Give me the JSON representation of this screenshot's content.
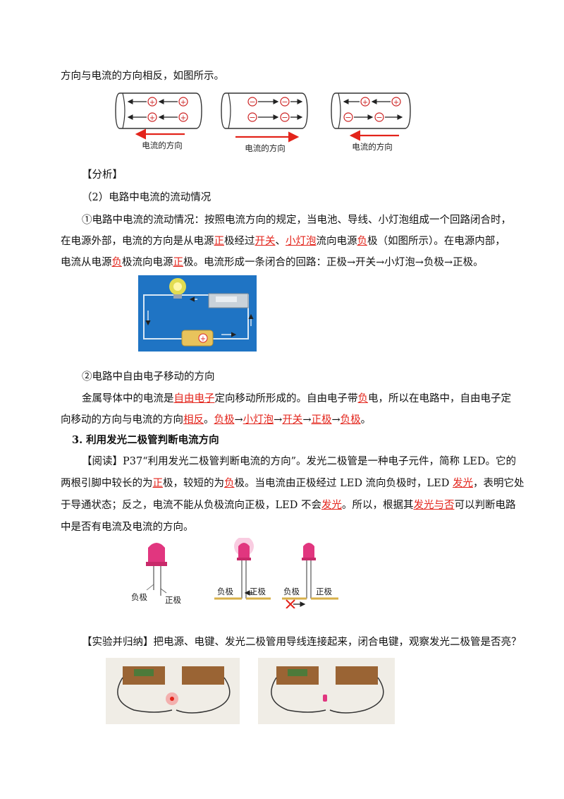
{
  "para_intro": "方向与电流的方向相反，如图所示。",
  "fig1": {
    "caption1": "电流的方向",
    "caption2": "电流的方向",
    "caption3": "电流的方向"
  },
  "analysis": {
    "heading": "【分析】",
    "sub": "（2）电路中电流的流动情况",
    "p1_l1": "①电路中电流的流动情况：按照电流方向的规定，当电池、导线、小灯泡组成一个回路闭合时，",
    "p1_l2_a": "在电源外部，电流的方向是从电源",
    "p1_l2_u1": "正",
    "p1_l2_b": "极经过",
    "p1_l2_u2": "开关",
    "p1_l2_c": "、",
    "p1_l2_u3": "小灯泡",
    "p1_l2_d": "流向电源",
    "p1_l2_u4": "负",
    "p1_l2_e": "极（如图所示）。在电源内部，",
    "p1_l3_a": "电流从电源",
    "p1_l3_u1": "负",
    "p1_l3_b": "极流向电源",
    "p1_l3_u2": "正",
    "p1_l3_c": "极。电流形成一条闭合的回路：正极→开关→小灯泡→负极→正极。",
    "p2_title": "②电路中自由电子移动的方向",
    "p2_l1_a": "金属导体中的电流是",
    "p2_l1_u1": "自由电子",
    "p2_l1_b": "定向移动所形成的。自由电子带",
    "p2_l1_u2": "负",
    "p2_l1_c": "电，所以在电路中，自由电子定",
    "p2_l2_a": "向移动的方向与电流的方向",
    "p2_l2_u1": "相反",
    "p2_l2_b": "。",
    "p2_l2_u2": "负极",
    "p2_l2_c": "→",
    "p2_l2_u3": "小灯泡",
    "p2_l2_d": "→",
    "p2_l2_u4": "开关",
    "p2_l2_e": "→",
    "p2_l2_u5": "正极",
    "p2_l2_f": "→",
    "p2_l2_u6": "负极",
    "p2_l2_g": "。"
  },
  "section3": {
    "heading": "3. 利用发光二极管判断电流方向",
    "r_l1": "【阅读】P37“利用发光二极管判断电流的方向”。发光二极管是一种电子元件，简称 LED。它的",
    "r_l2_a": "两根引脚中较长的为",
    "r_l2_u1": "正",
    "r_l2_b": "极，较短的为",
    "r_l2_u2": "负",
    "r_l2_c": "极。当电流由正极经过 LED 流向负极时，LED ",
    "r_l2_u3": "发光",
    "r_l2_d": "，表明它处",
    "r_l3_a": "于导通状态；反之，电流不能从负极流向正极，LED 不会",
    "r_l3_u1": "发光",
    "r_l3_b": "。所以，根据其",
    "r_l3_u2": "发光与否",
    "r_l3_c": "可以判断电路",
    "r_l4": "中是否有电流及电流的方向。",
    "led_neg": "负极",
    "led_pos": "正极",
    "led2_neg": "负极",
    "led2_pos": "正极",
    "led3_neg": "负极",
    "led3_pos": "正极",
    "exp": "【实验并归纳】把电源、电键、发光二极管用导线连接起来，闭合电键，观察发光二极管是否亮？"
  }
}
